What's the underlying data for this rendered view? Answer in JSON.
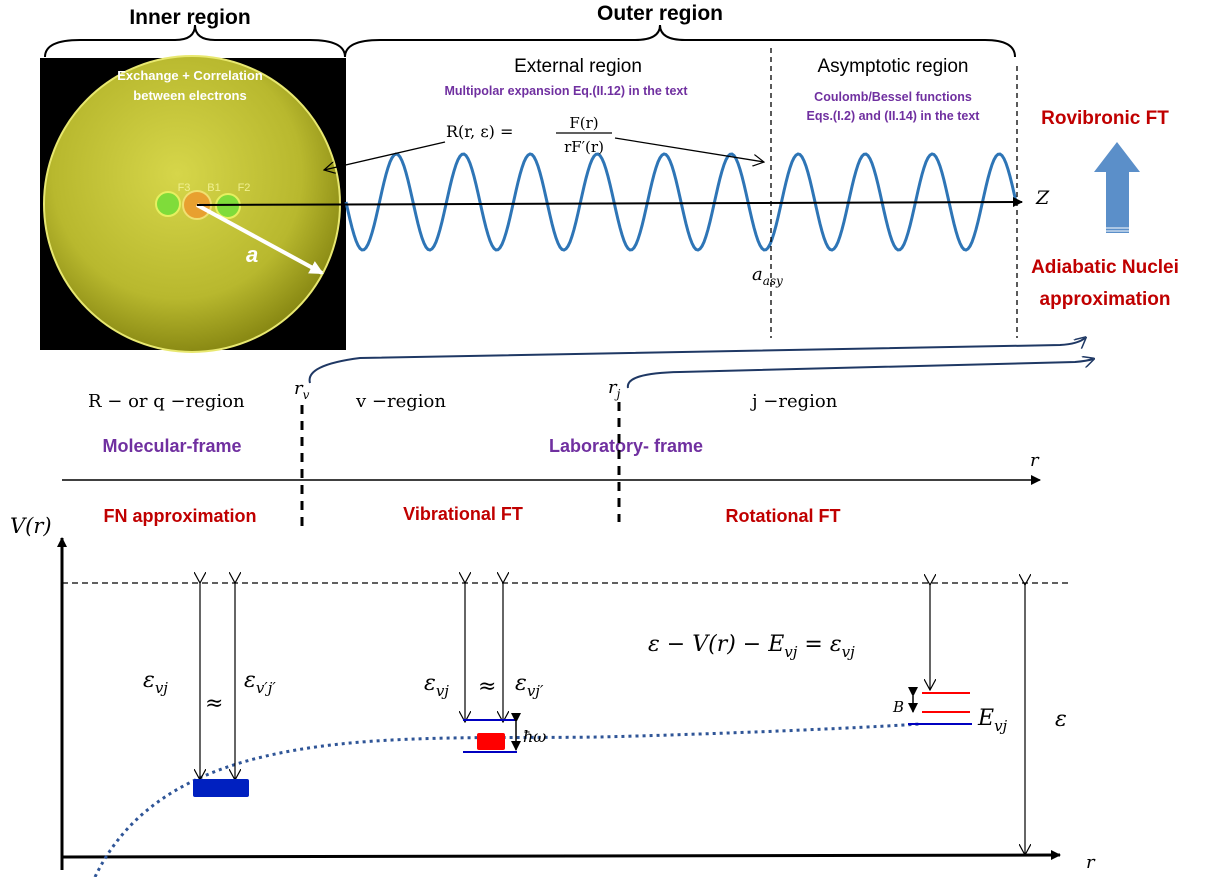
{
  "header": {
    "inner_region": "Inner region",
    "outer_region": "Outer region"
  },
  "sphere": {
    "label_line1": "Exchange + Correlation",
    "label_line2": "between electrons",
    "atoms": [
      "F3",
      "B1",
      "F2"
    ],
    "radius_label": "a"
  },
  "regions": {
    "external_title": "External region",
    "external_sub": "Multipolar expansion Eq.(II.12) in the text",
    "asymptotic_title": "Asymptotic region",
    "asymptotic_sub1": "Coulomb/Bessel functions",
    "asymptotic_sub2": "Eqs.(I.2)  and (II.14) in the text",
    "rmatrix_lhs": "R(r, ε) =",
    "rmatrix_num": "F(r)",
    "rmatrix_den": "rF′(r)",
    "z_axis": "Z",
    "a_asy": "a",
    "a_asy_sub": "asy"
  },
  "right_labels": {
    "rovibronic": "Rovibronic FT",
    "adiabatic1": "Adiabatic Nuclei",
    "adiabatic2": "approximation"
  },
  "frames": {
    "rv": "r",
    "rv_sub": "v",
    "rj": "r",
    "rj_sub": "j",
    "r_region": "R − or q −region",
    "v_region": "v −region",
    "j_region": "j −region",
    "molecular": "Molecular-frame",
    "laboratory": "Laboratory- frame",
    "r_axis": "r",
    "fn": "FN approximation",
    "vib": "Vibrational FT",
    "rot": "Rotational FT"
  },
  "potential": {
    "v_of_r": "V(r)",
    "eps_vj": "ε",
    "eps_vj_sub": "vj",
    "approx1": "≈",
    "eps_vpj": "ε",
    "eps_vpj_sub": "v′j′",
    "eps_vj2": "ε",
    "eps_vj2_sub": "vj",
    "approx2": "≈",
    "eps_vjp": "ε",
    "eps_vjp_sub": "vj′",
    "hbar_omega": "ħω",
    "equation": "ε − V(r) − E",
    "equation_sub": "vj",
    "equation_rhs": " = ε",
    "equation_rhs_sub": "vj",
    "b_label": "B",
    "e_vj": "E",
    "e_vj_sub": "vj",
    "eps": "ε",
    "r_axis": "r"
  },
  "colors": {
    "purple": "#7030a0",
    "red": "#c00000",
    "wave": "#2e75b6",
    "navy": "#1f3864",
    "level_blue": "#0000c0",
    "sphere": "#c8c838"
  }
}
